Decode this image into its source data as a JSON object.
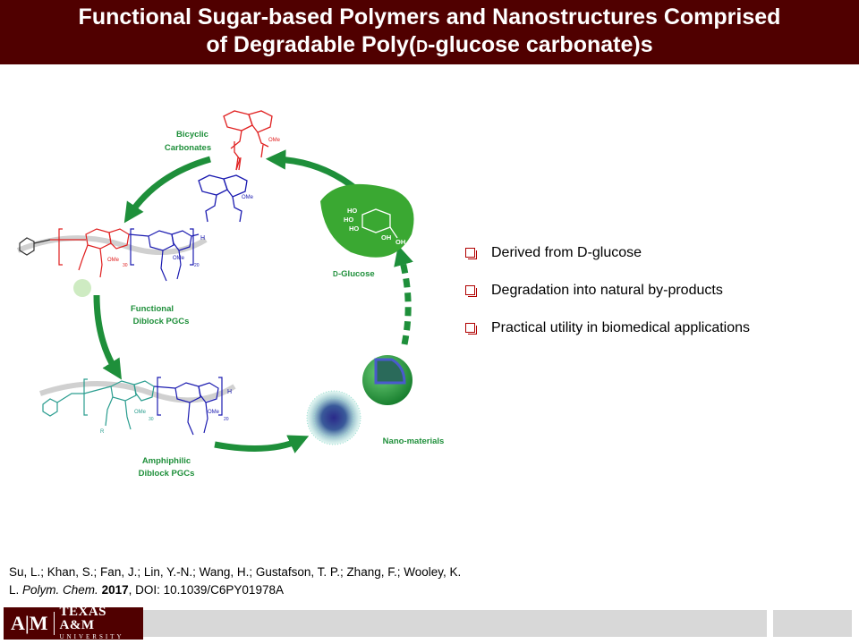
{
  "slide": {
    "title_line1": "Functional Sugar-based Polymers and Nanostructures Comprised",
    "title_line2_pre": "of Degradable Poly(",
    "title_line2_sc": "D",
    "title_line2_post": "-glucose carbonate)s"
  },
  "figure": {
    "labels": {
      "bicyclic1": "Bicyclic",
      "bicyclic2": "Carbonates",
      "dglucose_sc": "D",
      "dglucose": "-Glucose",
      "functional1": "Functional",
      "functional2": "Diblock PGCs",
      "amphiphilic1": "Amphiphilic",
      "amphiphilic2": "Diblock PGCs",
      "nano": "Nano-materials"
    },
    "chem": {
      "ome": "OMe",
      "ho": "HO",
      "oh": "OH",
      "h": "H",
      "o": "O",
      "r": "R",
      "n30": "30",
      "n20": "20"
    },
    "colors": {
      "arrow": "#1e8f3a",
      "red_structure": "#e02020",
      "blue_structure": "#1a1ab0",
      "teal_structure": "#2a9d8f",
      "leaf": "#3aa832",
      "maroon": "#500000"
    }
  },
  "bullets": [
    "Derived from D-glucose",
    "Degradation into natural by-products",
    "Practical utility in biomedical applications"
  ],
  "citation": {
    "authors": "Su, L.; Khan, S.; Fan, J.; Lin, Y.-N.; Wang, H.; Gustafson, T. P.; Zhang, F.; Wooley, K. L. ",
    "journal": "Polym. Chem.",
    "year": "2017",
    "doi": ", DOI: 10.1039/C6PY01978A"
  },
  "footer": {
    "logo_mark": "A|M",
    "logo_line1": "TEXAS A&M",
    "logo_line2": "UNIVERSITY"
  }
}
